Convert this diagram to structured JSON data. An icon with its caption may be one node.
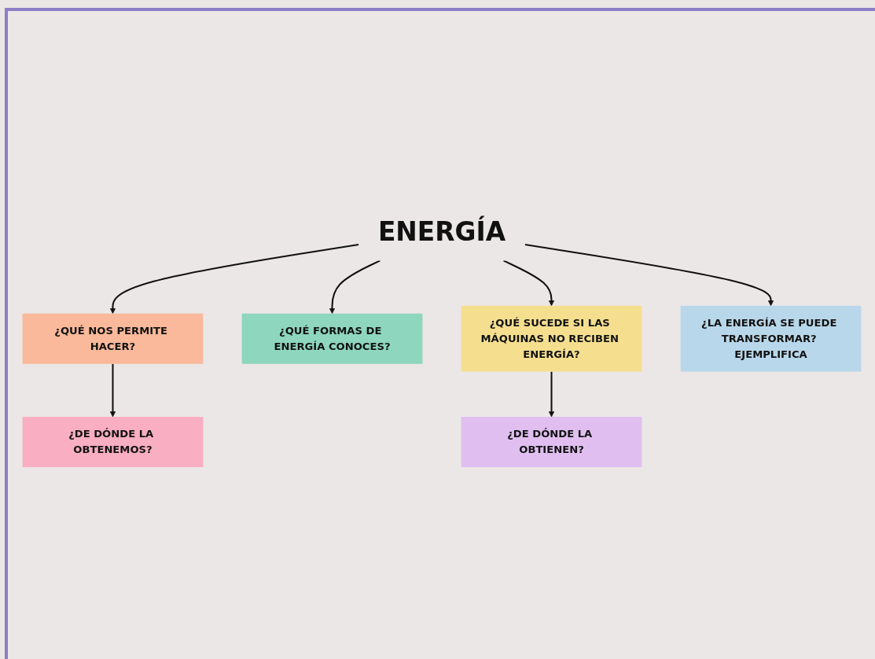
{
  "diagram": {
    "nodes": [
      {
        "text": [
          "ENERGÍA"
        ]
      },
      {
        "text": [
          "¿QUÉ NOS PERMITE HACER?"
        ]
      },
      {
        "text": [
          "¿DE DÓNDE LA OBTENEMOS?"
        ]
      },
      {
        "text": [
          "¿QUÉ FORMAS DE ENERGÍA CONOCES?"
        ]
      },
      {
        "text": [
          "¿QUÉ SUCEDE SI LAS MÁQUINAS NO RECIBEN ENERGÍA?"
        ]
      },
      {
        "text": [
          "¿LA ENERGÍA SE PUEDE TRANSFORMAR? EJEMPLIFICA"
        ]
      },
      {
        "text": [
          "¿DE DÓNDE LA OBTIENEN?"
        ]
      }
    ],
    "edges": [
      {
        "from": 0,
        "to": 1,
        "arrow": "to"
      },
      {
        "from": 1,
        "to": 2,
        "arrow": "to"
      },
      {
        "from": 0,
        "to": 3,
        "arrow": "to"
      },
      {
        "from": 0,
        "to": 4,
        "arrow": "to"
      },
      {
        "from": 0,
        "to": 5,
        "arrow": "to"
      },
      {
        "from": 4,
        "to": 6,
        "arrow": "to"
      }
    ]
  }
}
